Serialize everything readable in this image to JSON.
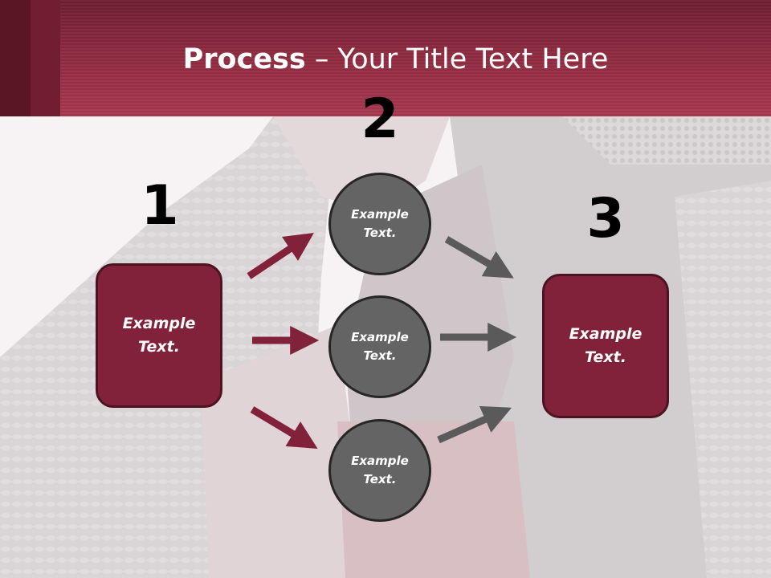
{
  "header": {
    "title_bold": "Process",
    "title_rest": " – Your Title Text Here"
  },
  "steps": {
    "n1": "1",
    "n2": "2",
    "n3": "3"
  },
  "box_left": {
    "text": "Example Text."
  },
  "box_right": {
    "text": "Example Text."
  },
  "circles": [
    {
      "text": "Example Text."
    },
    {
      "text": "Example Text."
    },
    {
      "text": "Example Text."
    }
  ],
  "colors": {
    "header": "#a83850",
    "box_fill": "#82223a",
    "circle_fill": "#646464",
    "arrow_red": "#82223a",
    "arrow_gray": "#5a5a5a"
  }
}
